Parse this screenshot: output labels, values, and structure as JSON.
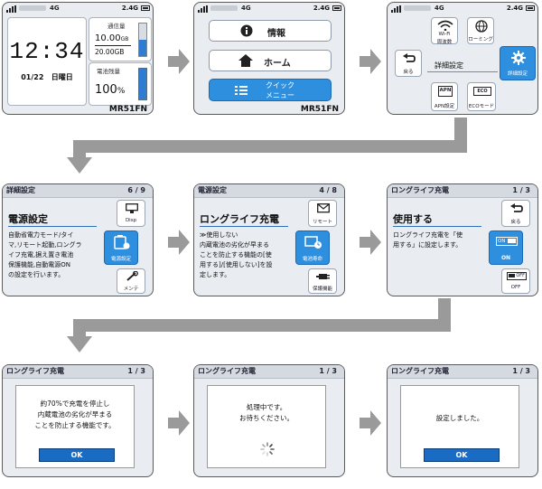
{
  "status": {
    "network": "4G",
    "band": "2.4G"
  },
  "model": "MR51FN",
  "home": {
    "time": "12:34",
    "date": "01/22",
    "weekday": "日曜日",
    "data_label": "通信量",
    "data_used": "10.00",
    "data_unit": "GB",
    "data_limit": "20.00GB",
    "battery_label": "電池残量",
    "battery_pct": "100",
    "battery_unit": "%"
  },
  "menu": {
    "info": "情報",
    "home": "ホーム",
    "quick_1": "クイック",
    "quick_2": "メニュー"
  },
  "quick": {
    "wifi_1": "Wi-Fi",
    "wifi_2": "周波数",
    "roaming": "ローミング",
    "back": "戻る",
    "detail": "詳細設定",
    "detail_btn": "詳細設定",
    "apn_icon": "APN",
    "apn": "APN設定",
    "eco_icon": "ECO",
    "eco": "ECOモード"
  },
  "detail_screen": {
    "title": "詳細設定",
    "page": "6 / 9",
    "heading": "電源設定",
    "body": [
      "自動省電力モード/タイ",
      "マ,リモート起動,ロングラ",
      "イフ充電,据え置き電池",
      "保護機能,自動電源ON",
      "の設定を行います。"
    ],
    "disp": "Disp",
    "power": "電源設定",
    "mainte": "メンテ"
  },
  "power_screen": {
    "title": "電源設定",
    "page": "4 / 8",
    "heading": "ロングライフ充電",
    "body": [
      "≫使用しない",
      "内蔵電池の劣化が早まる",
      "ことを防止する機能の[使",
      "用する]/[使用しない]を設",
      "定します。"
    ],
    "remote": "リモート",
    "battery_life": "電池寿命",
    "protect": "保護機能"
  },
  "ll_screen": {
    "title": "ロングライフ充電",
    "page": "1 / 3",
    "heading": "使用する",
    "body": [
      "ロングライフ充電を「使",
      "用する」に設定します。"
    ],
    "back": "戻る",
    "on_badge": "ON",
    "on": "ON",
    "off_badge": "OFF",
    "off": "OFF"
  },
  "dialogs": {
    "title": "ロングライフ充電",
    "page": "1 / 3",
    "d1": [
      "約70%で充電を停止し",
      "内蔵電池の劣化が早まる",
      "ことを防止する機能です。"
    ],
    "ok": "OK",
    "d2": [
      "処理中です。",
      "お待ちください。"
    ],
    "d3": "設定しました。"
  }
}
